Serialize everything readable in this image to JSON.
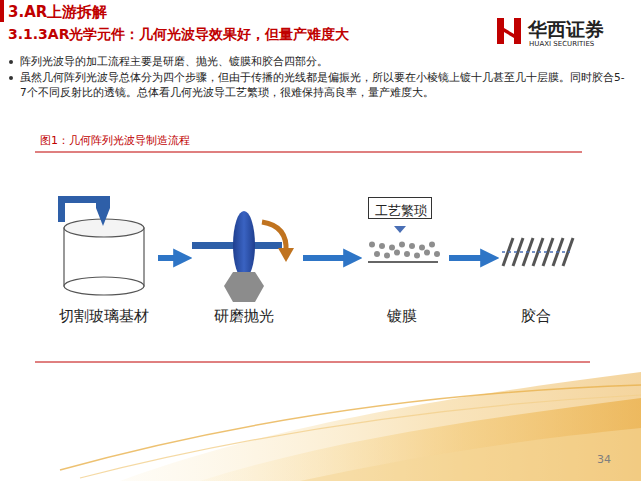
{
  "diagram": {
    "title": "3.AR上游拆解",
    "caption": "图1：几何阵列光波导制造流程",
    "nodes": [
      {
        "text": [
          "切割玻璃基材"
        ]
      },
      {
        "text": [
          "研磨抛光"
        ]
      },
      {
        "text": [
          "工艺繁琐"
        ]
      },
      {
        "text": [
          "镀膜"
        ]
      },
      {
        "text": [
          "胶合"
        ]
      }
    ],
    "edges": [
      {
        "from": 0,
        "to": 1,
        "arrow": "to"
      },
      {
        "from": 1,
        "to": 3,
        "arrow": "to"
      },
      {
        "from": 3,
        "to": 4,
        "arrow": "to"
      }
    ],
    "labels": [
      "3.1.3AR光学元件：几何光波导效果好，但量产难度大",
      "华西证券",
      "HUAXI SECURITIES",
      "阵列光波导的加工流程主要是研磨、抛光、镀膜和胶合四部分。",
      "虽然几何阵列光波导总体分为四个步骤，但由于传播的光线都是偏振光，所以要在小棱镜上镀十几甚至几十层膜。同时胶合5-7个不同反射比的透镜。总体看几何光波导工艺繁琐，很难保持高良率，量产难度大。",
      "34"
    ]
  }
}
